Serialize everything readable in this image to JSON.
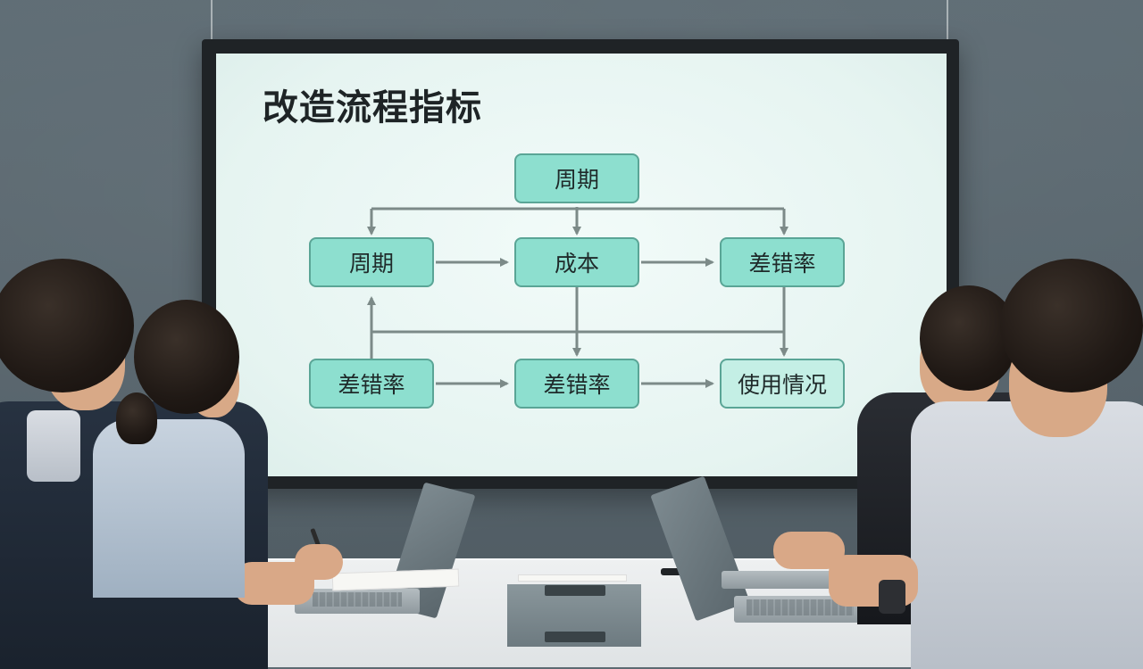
{
  "slide": {
    "title": "改造流程指标",
    "nodes": {
      "top": "周期",
      "mid_left": "周期",
      "mid_center": "成本",
      "mid_right": "差错率",
      "bot_left": "差错率",
      "bot_center": "差错率",
      "bot_right": "使用情况"
    }
  },
  "colors": {
    "node_fill": "#8ddfcf",
    "node_border": "#5aa596",
    "arrow": "#7c8a88",
    "screen_bg": "#e6f4f1"
  }
}
